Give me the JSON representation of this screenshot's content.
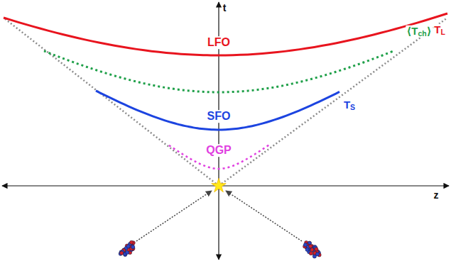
{
  "diagram": {
    "labels": [
      "t",
      "TL",
      "LFO",
      "⟨Tch⟩",
      "TS",
      "SFO",
      "QGP",
      "z"
    ]
  }
}
